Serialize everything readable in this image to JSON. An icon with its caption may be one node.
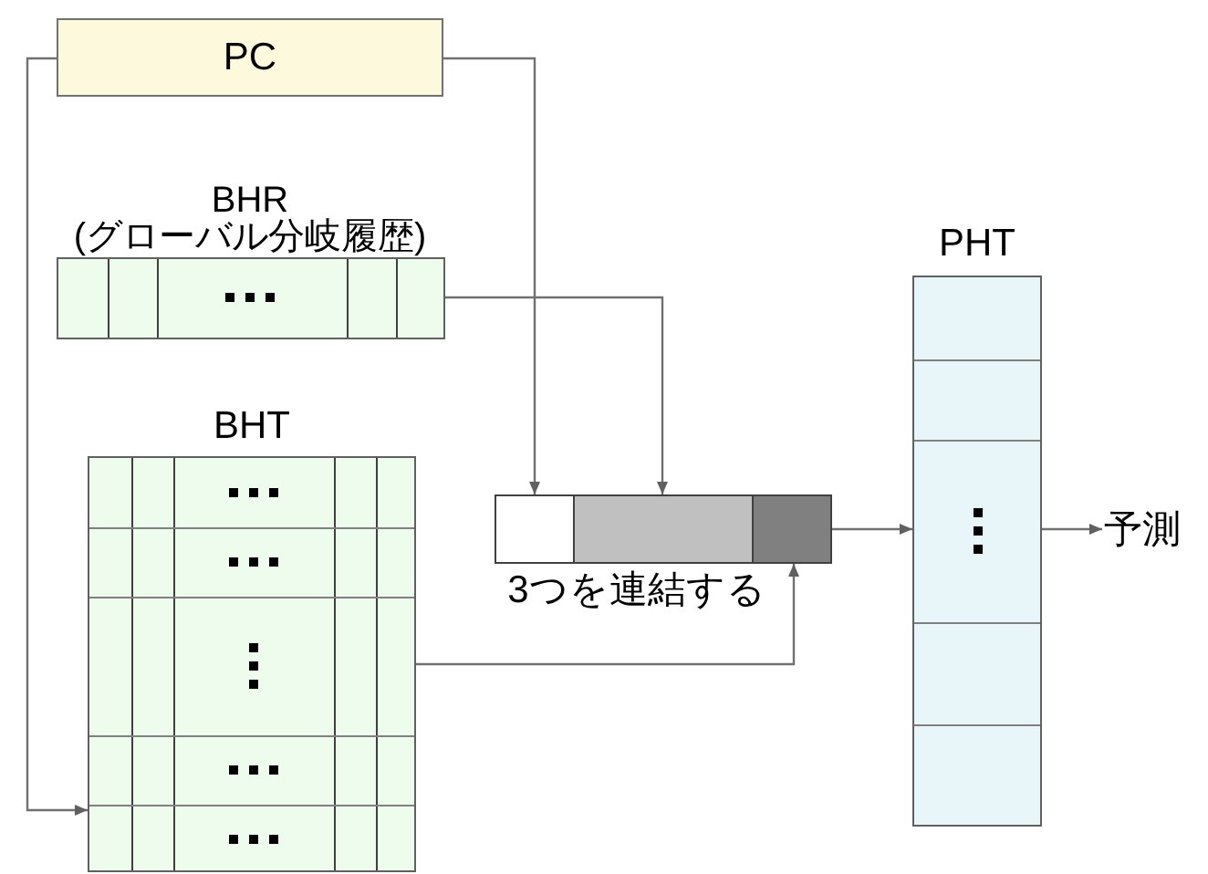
{
  "diagram": {
    "nodes": [
      {
        "text": [
          "PC"
        ]
      },
      {
        "text": [
          "BHR (グローバル分岐履歴)"
        ]
      },
      {
        "text": [
          "BHT"
        ]
      },
      {
        "text": [],
        "shape": "bar",
        "beside": [
          "3つを連結する"
        ]
      },
      {
        "text": [
          "PHT"
        ]
      },
      {
        "text": [
          "予測"
        ]
      }
    ],
    "edges": [
      {
        "from": 0,
        "to": 2,
        "arrow": "to"
      },
      {
        "from": 0,
        "to": 3,
        "arrow": "to"
      },
      {
        "from": 1,
        "to": 3,
        "arrow": "to"
      },
      {
        "from": 2,
        "to": 3,
        "arrow": "to"
      },
      {
        "from": 3,
        "to": 4,
        "arrow": "to"
      },
      {
        "from": 4,
        "to": 5,
        "arrow": "to"
      }
    ]
  }
}
